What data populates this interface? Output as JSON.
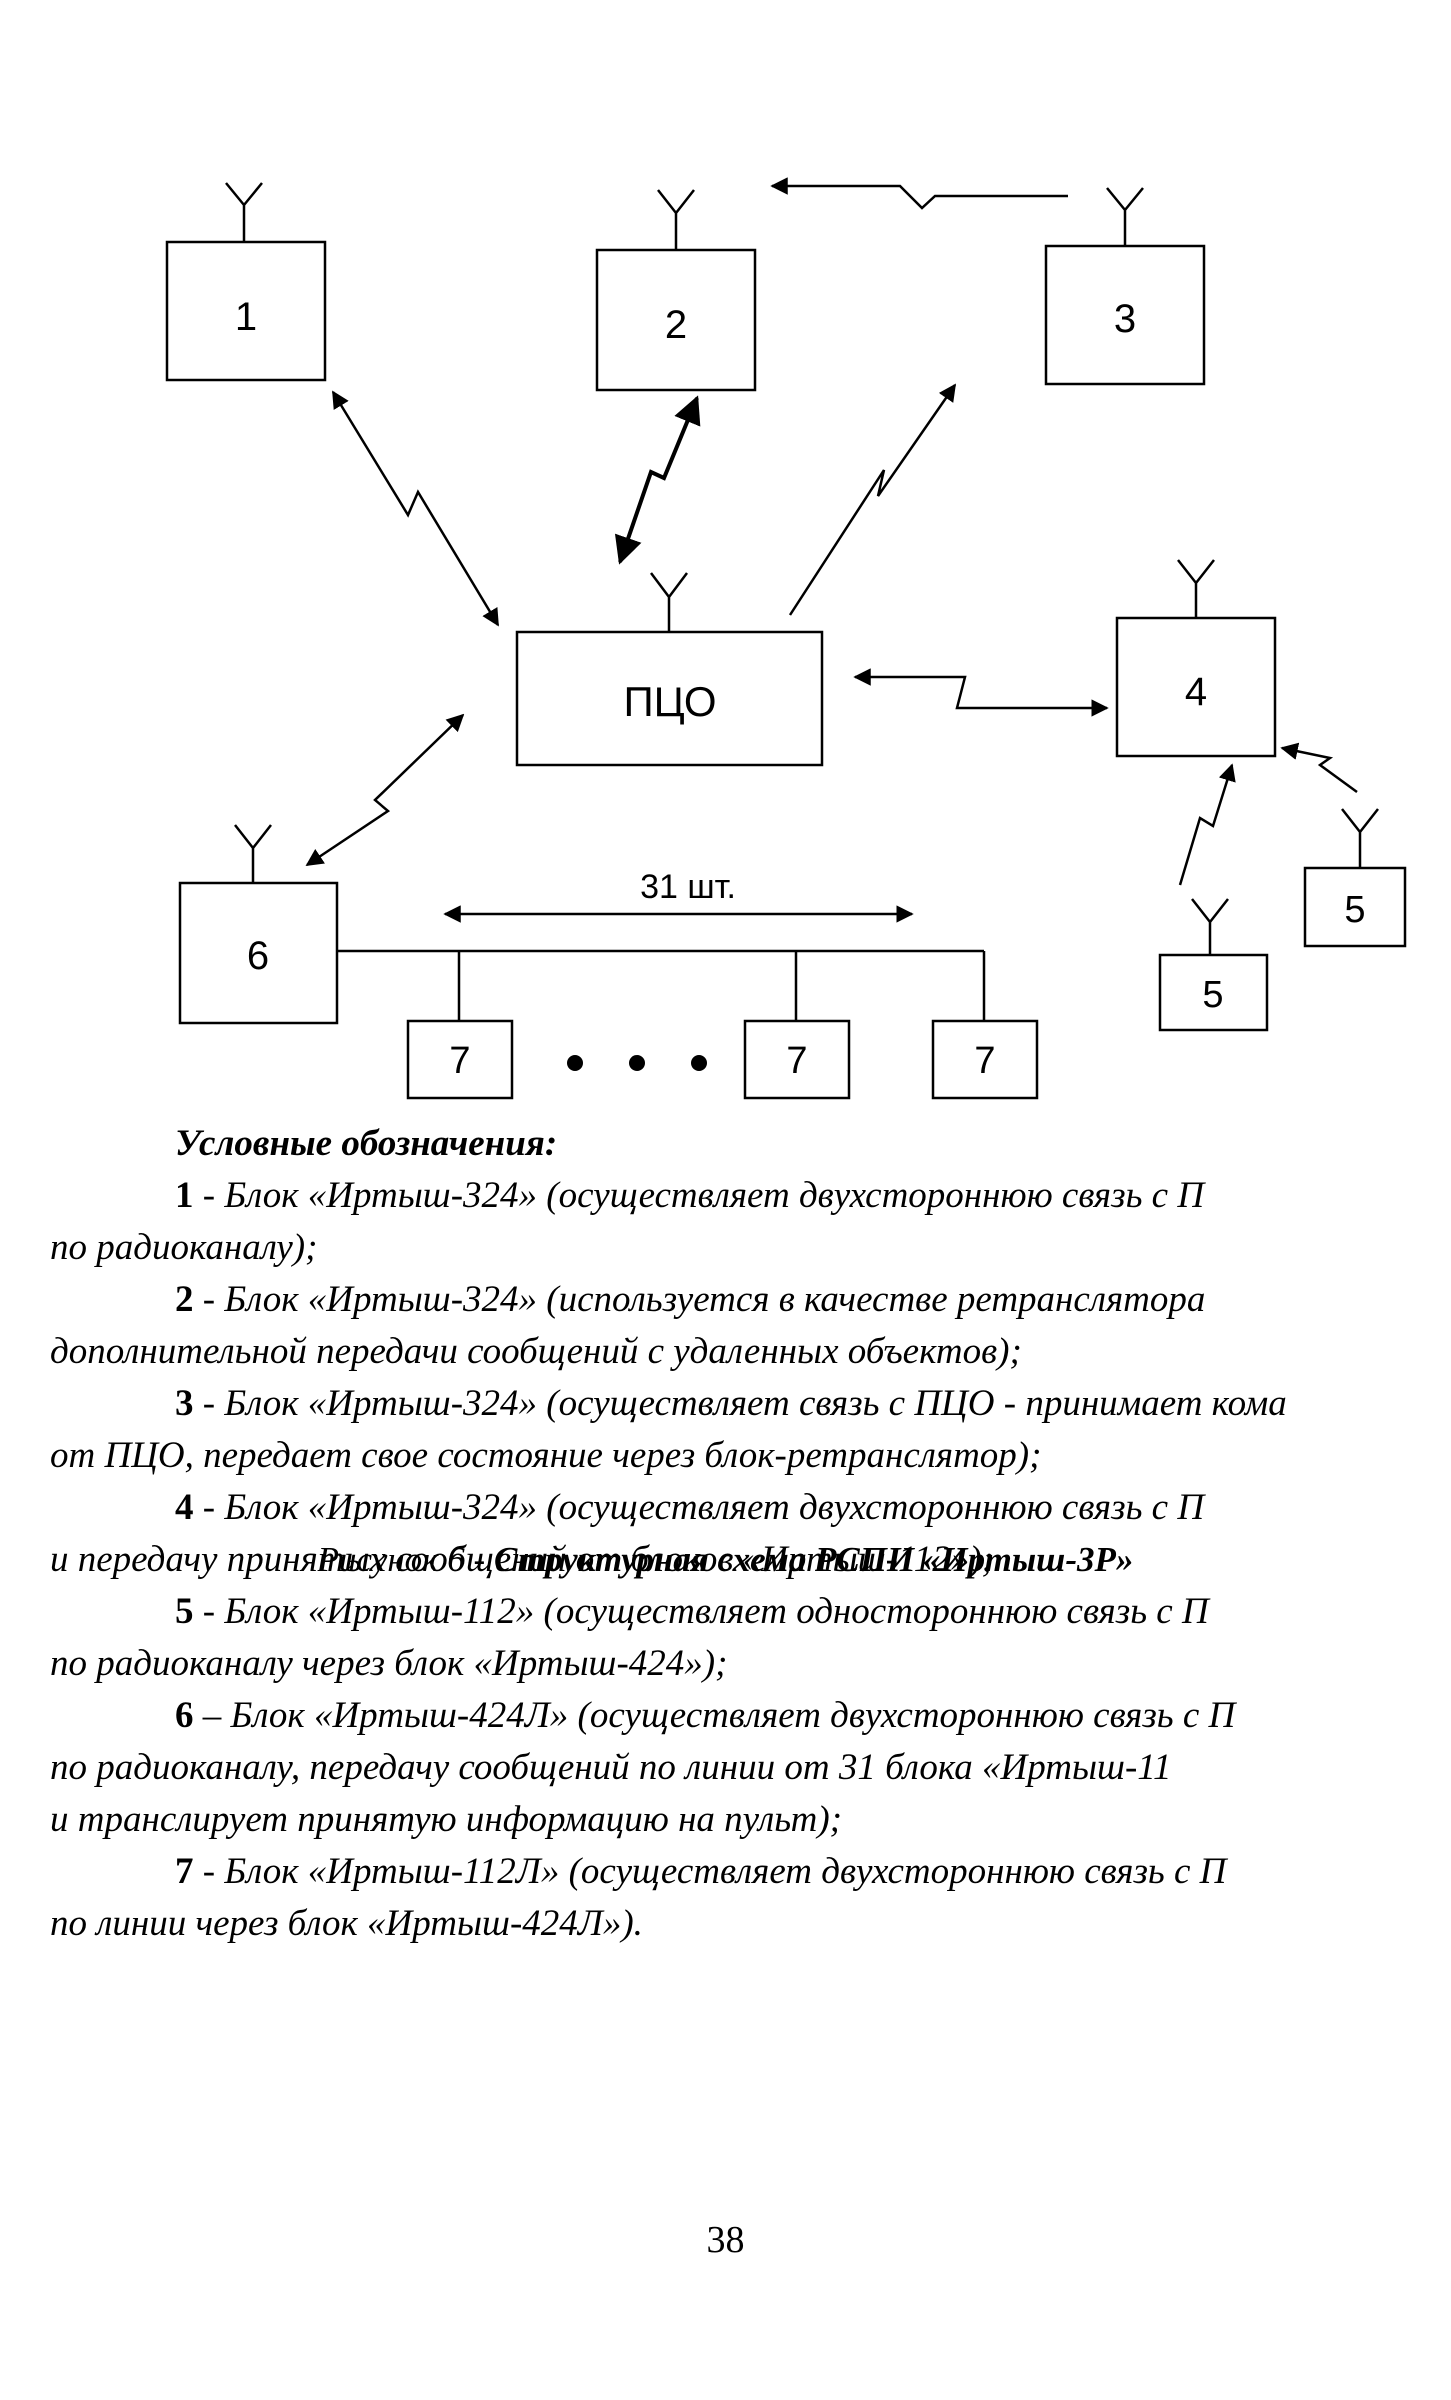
{
  "diagram": {
    "boxes": [
      {
        "id": "b1",
        "label": "1"
      },
      {
        "id": "b2",
        "label": "2"
      },
      {
        "id": "b3",
        "label": "3"
      },
      {
        "id": "pco",
        "label": "ПЦО"
      },
      {
        "id": "b4",
        "label": "4"
      },
      {
        "id": "b5a",
        "label": "5"
      },
      {
        "id": "b5b",
        "label": "5"
      },
      {
        "id": "b6",
        "label": "6"
      },
      {
        "id": "b7a",
        "label": "7"
      },
      {
        "id": "b7b",
        "label": "7"
      },
      {
        "id": "b7c",
        "label": "7"
      }
    ],
    "count_label": "31 шт."
  },
  "legend": {
    "title": "Условные обозначения:",
    "items": [
      {
        "num": "1",
        "line1": " - Блок «Иртыш-324» (осуществляет двухстороннюю связь с П",
        "line2": "по радиоканалу);"
      },
      {
        "num": "2",
        "line1": " - Блок «Иртыш-324» (используется в качестве ретранслятора",
        "line2": "дополнительной передачи сообщений с удаленных объектов);"
      },
      {
        "num": "3",
        "line1": " - Блок «Иртыш-324» (осуществляет связь с ПЦО - принимает кома",
        "line2": "от ПЦО, передает свое состояние через блок-ретранслятор);"
      },
      {
        "num": "4",
        "line1": " - Блок «Иртыш-324» (осуществляет двухстороннюю связь с П",
        "line2": "и передачу принятых сообщений от блоков «Иртыш-112»);"
      },
      {
        "num": "5",
        "line1": " - Блок «Иртыш-112»  (осуществляет одностороннюю связь с П",
        "line2": "по радиоканалу через блок «Иртыш-424»);"
      },
      {
        "num": "6",
        "line1": " – Блок «Иртыш-424Л» (осуществляет двухстороннюю связь с П",
        "line2": "по радиоканалу, передачу сообщений по линии от 31 блока «Иртыш-11",
        "line3": "и транслирует принятую информацию на пульт);"
      },
      {
        "num": "7",
        "line1": " - Блок «Иртыш-112Л» (осуществляет двухстороннюю связь с П",
        "line2": "по линии через блок «Иртыш-424Л»)."
      }
    ]
  },
  "caption": {
    "prefix": "Рисунок 6 - ",
    "title": "Структурная схема РСПИ «Иртыш-3Р»"
  },
  "page_number": "38"
}
